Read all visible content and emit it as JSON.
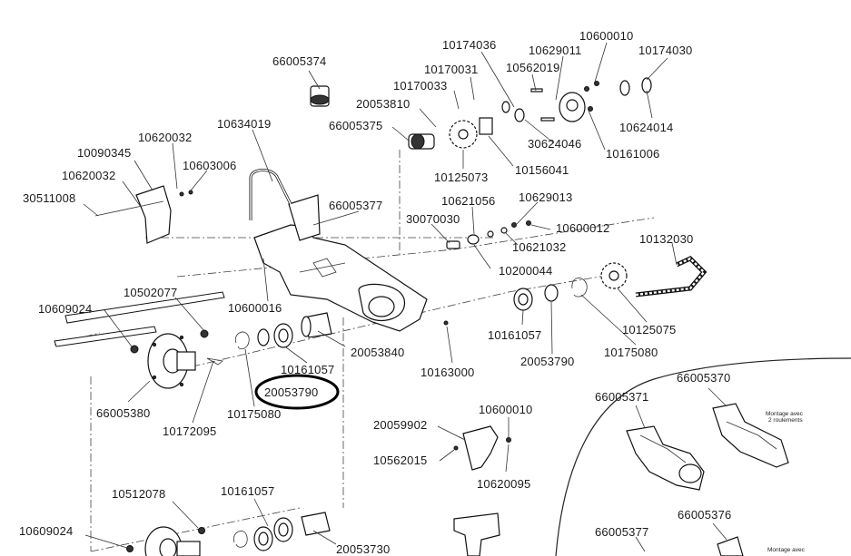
{
  "labels": {
    "p66005374": "66005374",
    "p10174036": "10174036",
    "p10629011": "10629011",
    "p10600010_top": "10600010",
    "p10174030": "10174030",
    "p10170031": "10170031",
    "p10562019": "10562019",
    "p10170033": "10170033",
    "p20053810": "20053810",
    "p66005375": "66005375",
    "p30624046": "30624046",
    "p10624014": "10624014",
    "p10161006": "10161006",
    "p10125073": "10125073",
    "p10156041": "10156041",
    "p10634019": "10634019",
    "p10620032_top": "10620032",
    "p10090345": "10090345",
    "p10603006": "10603006",
    "p10620032_mid": "10620032",
    "p30511008": "30511008",
    "p66005377_top": "66005377",
    "p10621056": "10621056",
    "p10629013": "10629013",
    "p30070030": "30070030",
    "p10600012": "10600012",
    "p10621032": "10621032",
    "p10132030": "10132030",
    "p10200044": "10200044",
    "p10502077": "10502077",
    "p10600016": "10600016",
    "p10609024_top": "10609024",
    "p10161057_right": "10161057",
    "p10125075": "10125075",
    "p20053840": "20053840",
    "p20053790_right": "20053790",
    "p10175080_right": "10175080",
    "p10161057_left": "10161057",
    "p10163000": "10163000",
    "p20053790_circled": "20053790",
    "p66005380": "66005380",
    "p10175080_left": "10175080",
    "p10172095": "10172095",
    "p66005370": "66005370",
    "p66005371": "66005371",
    "p10600010_mid": "10600010",
    "p20059902": "20059902",
    "p10562015": "10562015",
    "p10620095": "10620095",
    "p10512078": "10512078",
    "p10161057_bottom": "10161057",
    "p10609024_bottom": "10609024",
    "p20053730": "20053730",
    "p66005376": "66005376",
    "p66005377_bottom": "66005377"
  },
  "notes": {
    "montage_top": [
      "Montage avec",
      "2 roulements"
    ],
    "montage_bottom": "Montage avec"
  },
  "highlight": {
    "circled_part": "20053790",
    "color": "#000000"
  }
}
